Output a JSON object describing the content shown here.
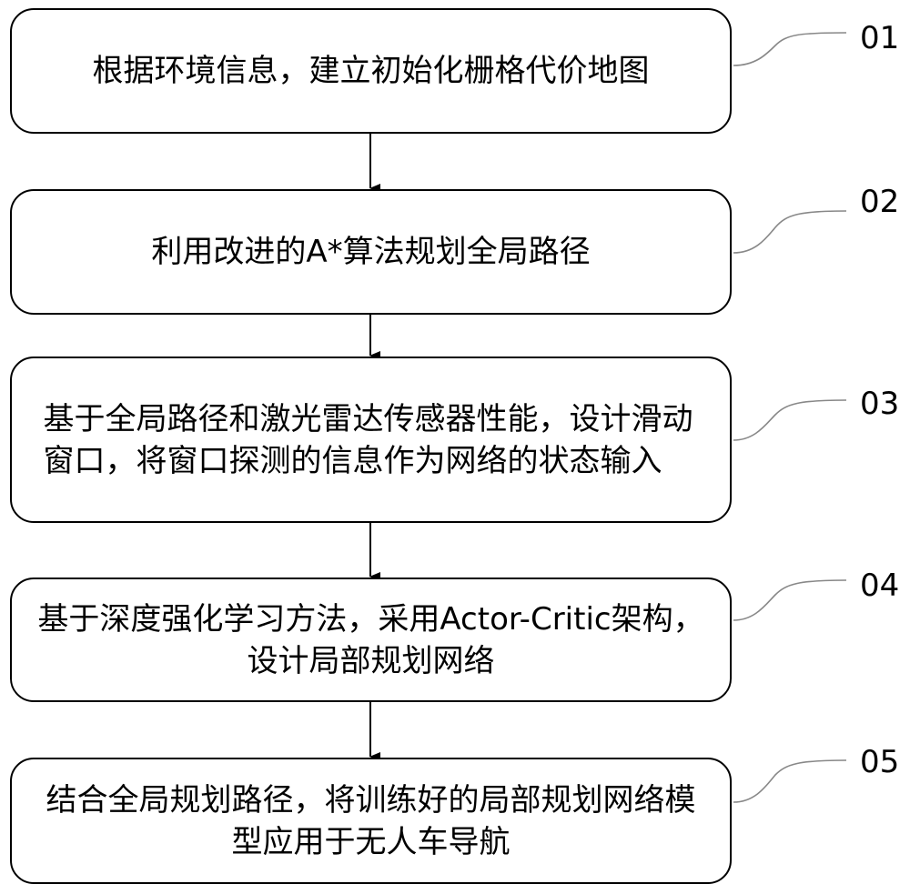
{
  "steps": [
    {
      "id": "01",
      "text": "根据环境信息，建立初始化栅格代价地图"
    },
    {
      "id": "02",
      "text": "利用改进的A*算法规划全局路径"
    },
    {
      "id": "03",
      "text": "基于全局路径和激光雷达传感器性能，设计滑动窗口，将窗口探测的信息作为网络的状态输入"
    },
    {
      "id": "04",
      "text": "基于深度强化学习方法，采用Actor-Critic架构，设计局部规划网络"
    },
    {
      "id": "05",
      "text": "结合全局规划路径，将训练好的局部规划网络模型应用于无人车导航"
    }
  ]
}
